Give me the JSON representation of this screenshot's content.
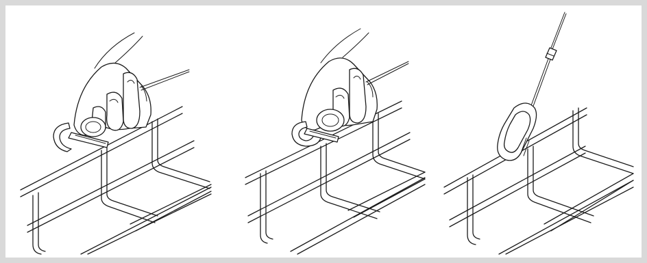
{
  "figure": {
    "steps": [
      {
        "illustration": "hand-attaching-clip"
      },
      {
        "illustration": "hand-closing-clip"
      },
      {
        "illustration": "clip-with-hanger-wire"
      }
    ]
  },
  "colors": {
    "background": "#ffffff",
    "border": "#d9d9d9",
    "line": "#1a1a1a"
  }
}
